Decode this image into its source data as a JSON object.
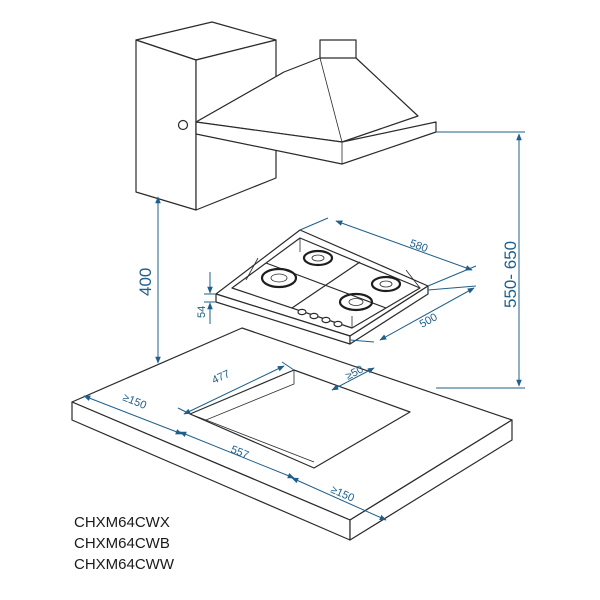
{
  "dimensions": {
    "hood_height": "400",
    "hood_range": "550- 650",
    "hob_width": "580",
    "hob_depth": "500",
    "hob_height": "54",
    "cutout_depth": "477",
    "cutout_width": "557",
    "back_clearance": "≥50",
    "front_clearance": "≥150",
    "side_clearance": "≥150"
  },
  "models": [
    "CHXM64CWX",
    "CHXM64CWB",
    "CHXM64CWW"
  ],
  "colors": {
    "dimension": "#1f5f8b",
    "line": "#2b2b2b"
  }
}
